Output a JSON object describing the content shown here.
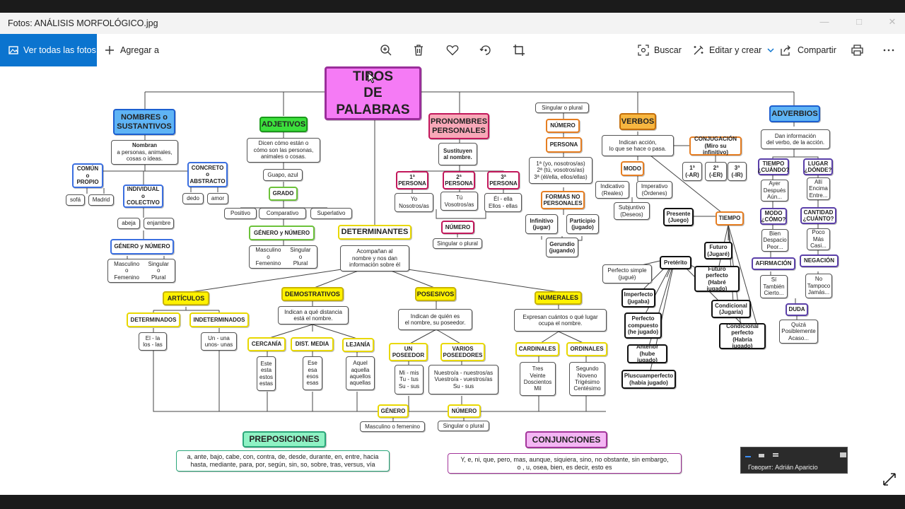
{
  "window": {
    "title": "Fotos: ANÁLISIS MORFOLÓGICO.jpg"
  },
  "toolbar": {
    "view_all": "Ver todas las fotos",
    "add": "Agregar a",
    "search": "Buscar",
    "edit": "Editar y crear",
    "share": "Compartir"
  },
  "map": {
    "title": "TIPOS\nDE\nPALABRAS",
    "nouns": {
      "head": "NOMBRES o\nSUSTANTIVOS",
      "def_bold": "Nombran",
      "def": "a personas, animales,\ncosas o ideas.",
      "comun": "COMÚN\no\nPROPIO",
      "sofa": "sofá",
      "madrid": "Madrid",
      "concreto": "CONCRETO\no\nABSTRACTO",
      "dedo": "dedo",
      "amor": "amor",
      "individual": "INDIVIDUAL\no\nCOLECTIVO",
      "abeja": "abeja",
      "enjambre": "enjambre",
      "genero": "GÉNERO  y  NÚMERO",
      "masc": "Masculino\no\nFemenino",
      "sing": "Singular\no\nPlural"
    },
    "adjectives": {
      "head": "ADJETIVOS",
      "def": "Dicen cómo están o\ncómo son las personas,\nanimales o cosas.",
      "example": "Guapo, azul",
      "grado": "GRADO",
      "positivo": "Positivo",
      "comparativo": "Comparativo",
      "superlativo": "Superlativo",
      "genero": "GÉNERO  y  NÚMERO",
      "masc": "Masculino\no\nFemenino",
      "sing": "Singular\no\nPlural"
    },
    "pronouns": {
      "head": "PRONOMBRES\nPERSONALES",
      "def": "Sustituyen\nal nombre.",
      "p1": "1ª\nPERSONA",
      "p2": "2ª\nPERSONA",
      "p3": "3ª\nPERSONA",
      "p1_ex": "Yo\nNosotros/as",
      "p2_ex": "Tú\nVosotros/as",
      "p3_ex": "Él - ella\nEllos - ellas",
      "numero": "NÚMERO",
      "sing": "Singular o plural"
    },
    "determiners": {
      "head": "DETERMINANTES",
      "def": "Acompañan al\nnombre y nos dan\ninformación sobre él",
      "articulos": "ARTÍCULOS",
      "determinados": "DETERMINADOS",
      "indeterminados": "INDETERMINADOS",
      "det_ex": "El - la\nlos - las",
      "indet_ex": "Un - una\nunos- unas",
      "demostrativos": "DEMOSTRATIVOS",
      "dem_def": "Indican a qué distancia\nestá el nombre.",
      "cercania": "CERCANÍA",
      "dist": "DIST. MEDIA",
      "lejania": "LEJANÍA",
      "cerc_ex": "Este\nesta\nestos\nestas",
      "dist_ex": "Ese\nesa\nesos\nesas",
      "lej_ex": "Aquel\naquella\naquellos\naquellas",
      "posesivos": "POSESIVOS",
      "pos_def": "Indican de quién es\nel nombre, su poseedor.",
      "un": "UN\nPOSEEDOR",
      "varios": "VARIOS\nPOSEEDORES",
      "un_ex": "Mi - mis\nTu - tus\nSu - sus",
      "varios_ex": "Nuestro/a - nuestros/as\nVuestro/a - vuestros/as\nSu - sus",
      "numerales": "NUMERALES",
      "num_def": "Expresan cuántos o qué lugar\nocupa el nombre.",
      "cardinales": "CARDINALES",
      "ordinales": "ORDINALES",
      "card_ex": "Tres\nVeinte\nDoscientos\nMil",
      "ord_ex": "Segundo\nNoveno\nTrigésimo\nCentésimo",
      "genero": "GÉNERO",
      "numero": "NÚMERO",
      "gen_ex": "Masculino o femenino",
      "num_ex": "Singular o plural"
    },
    "verbs": {
      "sing": "Singular o plural",
      "numero": "NÚMERO",
      "persona": "PERSONA",
      "persona_ex": "1ª (yo, nosotros/as)\n2ª (tú, vosotros/as)\n3ª (él/ella, ellos/ellas)",
      "head": "VERBOS",
      "def": "Indican acción,\nlo que se hace o pasa.",
      "conj": "CONJUGACIÓN\n(Miro su infinitivo)",
      "c1": "1ª\n(-AR)",
      "c2": "2ª\n(-ER)",
      "c3": "3ª\n(-IR)",
      "modo": "MODO",
      "indicativo": "Indicativo\n(Reales)",
      "imperativo": "Imperativo\n(Órdenes)",
      "subjuntivo": "Subjuntivo\n(Deseos)",
      "formas": "FORMAS NO\nPERSONALES",
      "infinitivo": "Infinitivo\n(jugar)",
      "participio": "Participio\n(jugado)",
      "gerundio": "Gerundio\n(jugando)",
      "presente": "Presente\n(Juego)",
      "tiempo": "TIEMPO",
      "futuro": "Futuro\n(Jugaré)",
      "preterito": "Pretérito",
      "futuro_perf": "Futuro\nperfecto\n(Habré jugado)",
      "condicional": "Condicional\n(Jugaría)",
      "cond_perf": "Condicional\nperfecto\n(Habría jugado)",
      "perf_simple": "Perfecto simple\n(jugué)",
      "imperfecto": "Imperfecto\n(jugaba)",
      "perf_comp": "Perfecto\ncompuesto\n(he jugado)",
      "anterior": "Anterior\n(hube jugado)",
      "pluscuam": "Pluscuamperfecto\n(había jugado)"
    },
    "adverbs": {
      "head": "ADVERBIOS",
      "def": "Dan información\ndel verbo, de la acción.",
      "tiempo": "TIEMPO\n¿CUÁNDO?",
      "lugar": "LUGAR\n¿DÓNDE?",
      "tiempo_ex": "Ayer\nDespués\nAún...",
      "lugar_ex": "Allí\nEncima\nEntre...",
      "modo": "MODO\n¿CÓMO?",
      "cantidad": "CANTIDAD\n¿CUÁNTO?",
      "modo_ex": "Bien\nDespacio\nPeor...",
      "cant_ex": "Poco\nMás\nCasi...",
      "afirmacion": "AFIRMACIÓN",
      "negacion": "NEGACIÓN",
      "afirm_ex": "Sí\nTambién\nCierto...",
      "neg_ex": "No\nTampoco\nJamás...",
      "duda": "DUDA",
      "duda_ex": "Quizá\nPosiblemente\nAcaso..."
    },
    "prepositions": {
      "head": "PREPOSICIONES",
      "list": "a, ante, bajo, cabe, con, contra, de, desde, durante, en, entre, hacia\nhasta, mediante, para, por, según, sin, so, sobre, tras, versus, vía"
    },
    "conjunctions": {
      "head": "CONJUNCIONES",
      "list": "Y, e, ni, que, pero, mas, aunque, siquiera, sino, no obstante, sin embargo,\no , u, osea, bien, es decir, esto es"
    }
  },
  "tooltip": {
    "caption": "Говорит: Adrián Aparicio"
  }
}
